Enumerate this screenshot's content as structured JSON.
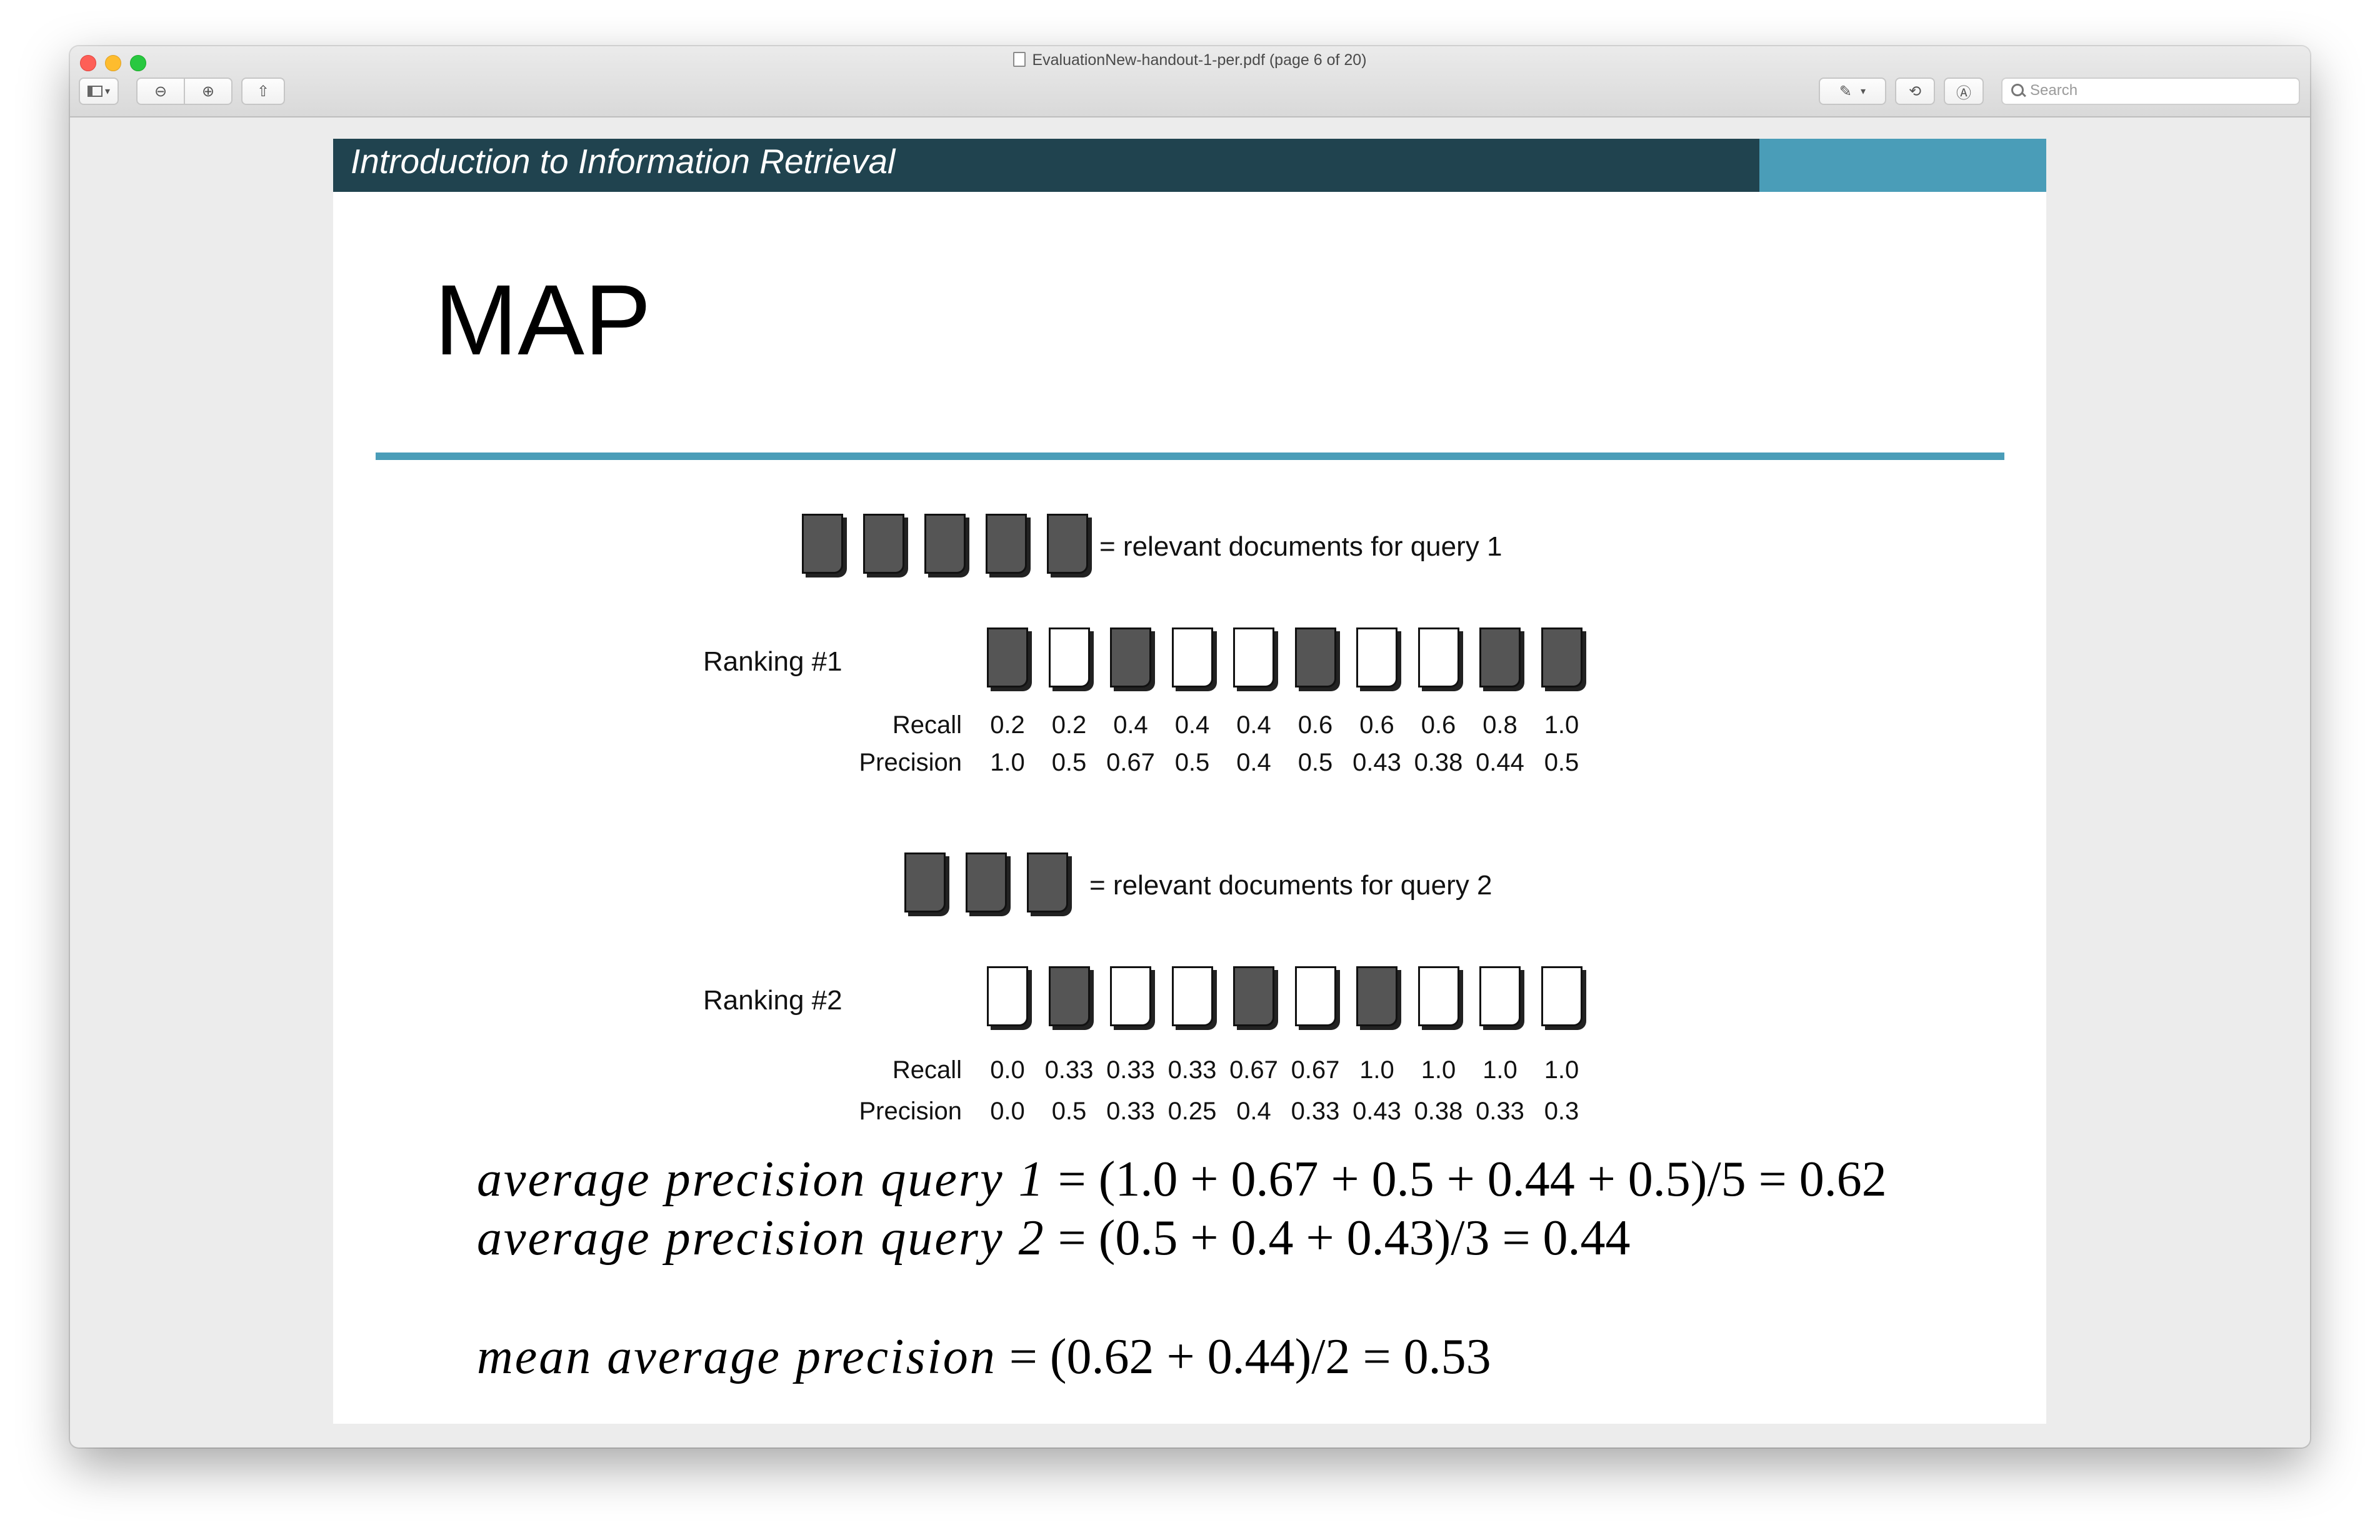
{
  "window": {
    "title": "EvaluationNew-handout-1-per.pdf (page 6 of 20)",
    "search_placeholder": "Search"
  },
  "slide": {
    "header": "Introduction to Information Retrieval",
    "title": "MAP",
    "query1_legend": "= relevant documents for query 1",
    "query2_legend": "= relevant documents for query 2",
    "ranking1": {
      "label": "Ranking #1",
      "relevant": [
        true,
        false,
        true,
        false,
        false,
        true,
        false,
        false,
        true,
        true
      ],
      "recall_label": "Recall",
      "precision_label": "Precision",
      "recall": [
        "0.2",
        "0.2",
        "0.4",
        "0.4",
        "0.4",
        "0.6",
        "0.6",
        "0.6",
        "0.8",
        "1.0"
      ],
      "precision": [
        "1.0",
        "0.5",
        "0.67",
        "0.5",
        "0.4",
        "0.5",
        "0.43",
        "0.38",
        "0.44",
        "0.5"
      ]
    },
    "ranking2": {
      "label": "Ranking #2",
      "relevant": [
        false,
        true,
        false,
        false,
        true,
        false,
        true,
        false,
        false,
        false
      ],
      "recall_label": "Recall",
      "precision_label": "Precision",
      "recall": [
        "0.0",
        "0.33",
        "0.33",
        "0.33",
        "0.67",
        "0.67",
        "1.0",
        "1.0",
        "1.0",
        "1.0"
      ],
      "precision": [
        "0.0",
        "0.5",
        "0.33",
        "0.25",
        "0.4",
        "0.33",
        "0.43",
        "0.38",
        "0.33",
        "0.3"
      ]
    },
    "formulas": {
      "ap1_label": "average precision query 1",
      "ap1_expr": "= (1.0 + 0.67 + 0.5 + 0.44 + 0.5)/5 = 0.62",
      "ap2_label": "average precision query 2",
      "ap2_expr": "= (0.5 + 0.4 + 0.43)/3 = 0.44",
      "map_label": "mean average precision",
      "map_expr": "= (0.62 + 0.44)/2 = 0.53"
    }
  }
}
